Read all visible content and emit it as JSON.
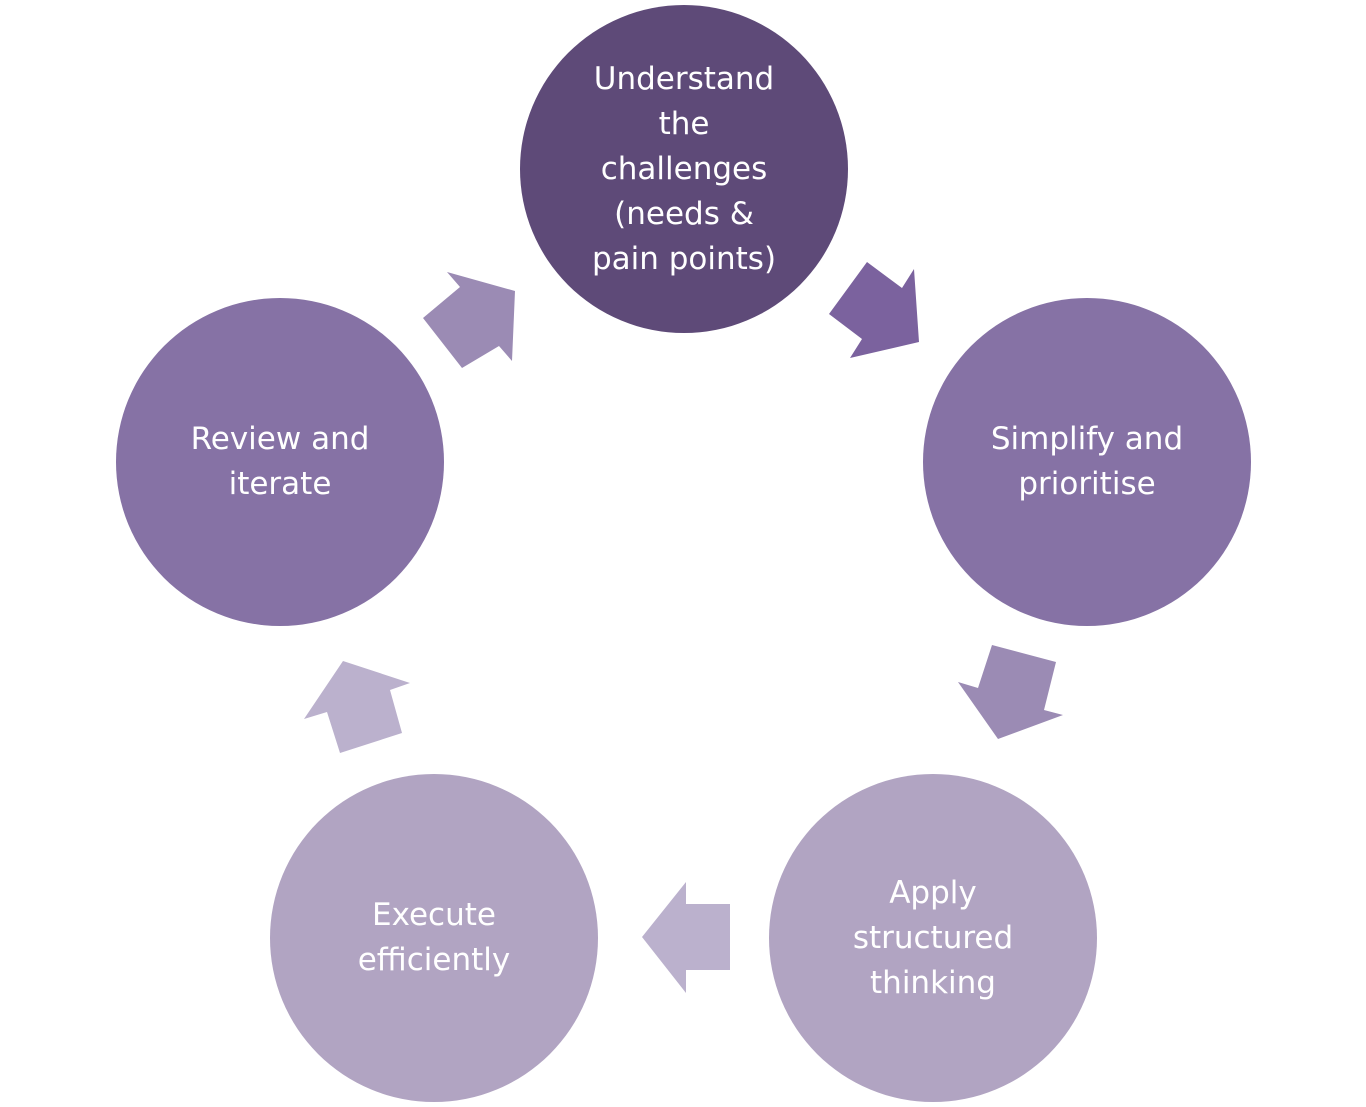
{
  "diagram": {
    "type": "cycle",
    "nodes": [
      {
        "id": "understand",
        "label": "Understand\nthe\nchallenges\n(needs &\npain points)",
        "color": "#5e4a78"
      },
      {
        "id": "simplify",
        "label": "Simplify and\nprioritise",
        "color": "#8672a5"
      },
      {
        "id": "apply",
        "label": "Apply\nstructured\nthinking",
        "color": "#b1a4c2"
      },
      {
        "id": "execute",
        "label": "Execute\nefficiently",
        "color": "#b1a4c2"
      },
      {
        "id": "review",
        "label": "Review and\niterate",
        "color": "#8672a5"
      }
    ],
    "arrows": [
      {
        "from": "understand",
        "to": "simplify",
        "color": "#7b629e"
      },
      {
        "from": "simplify",
        "to": "apply",
        "color": "#9b8bb4"
      },
      {
        "from": "apply",
        "to": "execute",
        "color": "#bbb1cd"
      },
      {
        "from": "execute",
        "to": "review",
        "color": "#bbb1cd"
      },
      {
        "from": "review",
        "to": "understand",
        "color": "#9b8bb4"
      }
    ]
  }
}
